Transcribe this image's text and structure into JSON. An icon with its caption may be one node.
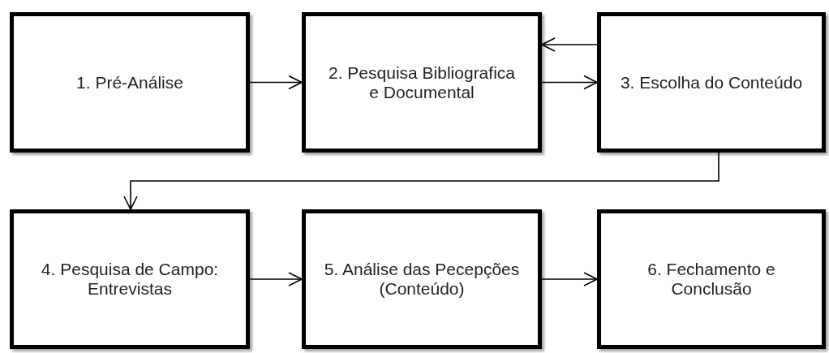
{
  "diagram": {
    "nodes": [
      {
        "text": [
          "1. Pré-Análise"
        ]
      },
      {
        "text": [
          "2. Pesquisa Bibliografica e Documental"
        ]
      },
      {
        "text": [
          "3. Escolha do Conteúdo"
        ]
      },
      {
        "text": [
          "4. Pesquisa de Campo: Entrevistas"
        ]
      },
      {
        "text": [
          "5. Análise das Pecepções (Conteúdo)"
        ]
      },
      {
        "text": [
          "6. Fechamento e Conclusão"
        ]
      }
    ],
    "edges": [
      {
        "from": 0,
        "to": 1,
        "arrow": "to"
      },
      {
        "from": 1,
        "to": 2,
        "arrow": "to"
      },
      {
        "from": 2,
        "to": 1,
        "arrow": "to"
      },
      {
        "from": 2,
        "to": 3,
        "arrow": "to"
      },
      {
        "from": 3,
        "to": 4,
        "arrow": "to"
      },
      {
        "from": 4,
        "to": 5,
        "arrow": "to"
      }
    ]
  }
}
